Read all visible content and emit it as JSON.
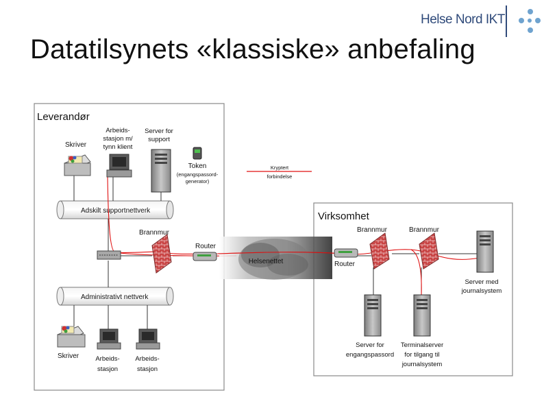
{
  "slide": {
    "title": "Datatilsynets «klassiske» anbefaling",
    "logo_text": "Helse Nord IKT"
  },
  "diagram": {
    "leverandor": {
      "title": "Leverandør",
      "printer_top": "Skriver",
      "workstation_client": [
        "Arbeids-",
        "stasjon m/",
        "tynn klient"
      ],
      "support_server": [
        "Server for",
        "support"
      ],
      "token": [
        "Token",
        "(engangspassord-",
        "generator)"
      ],
      "support_network": "Adskilt supportnettverk",
      "firewall": "Brannmur",
      "router": "Router",
      "admin_network": "Administrativt nettverk",
      "printer_bottom": "Skriver",
      "workstation_1": [
        "Arbeids-",
        "stasjon"
      ],
      "workstation_2": [
        "Arbeids-",
        "stasjon"
      ]
    },
    "legend": [
      "Kryptert",
      "forbindelse"
    ],
    "helsenettet": "Helsenettet",
    "virksomhet": {
      "title": "Virksomhet",
      "router": "Router",
      "firewall_1": "Brannmur",
      "firewall_2": "Brannmur",
      "journal_server": [
        "Server med",
        "journalsystem"
      ],
      "otp_server": [
        "Server for",
        "engangspassord"
      ],
      "terminal_server": [
        "Terminalserver",
        "for tilgang til",
        "journalsystem"
      ]
    }
  },
  "colors": {
    "logo": "#2f4a7a",
    "logo_dots": "#6fa3cf",
    "encrypted_line": "#e01010",
    "firewall_brick": "#c94545"
  }
}
